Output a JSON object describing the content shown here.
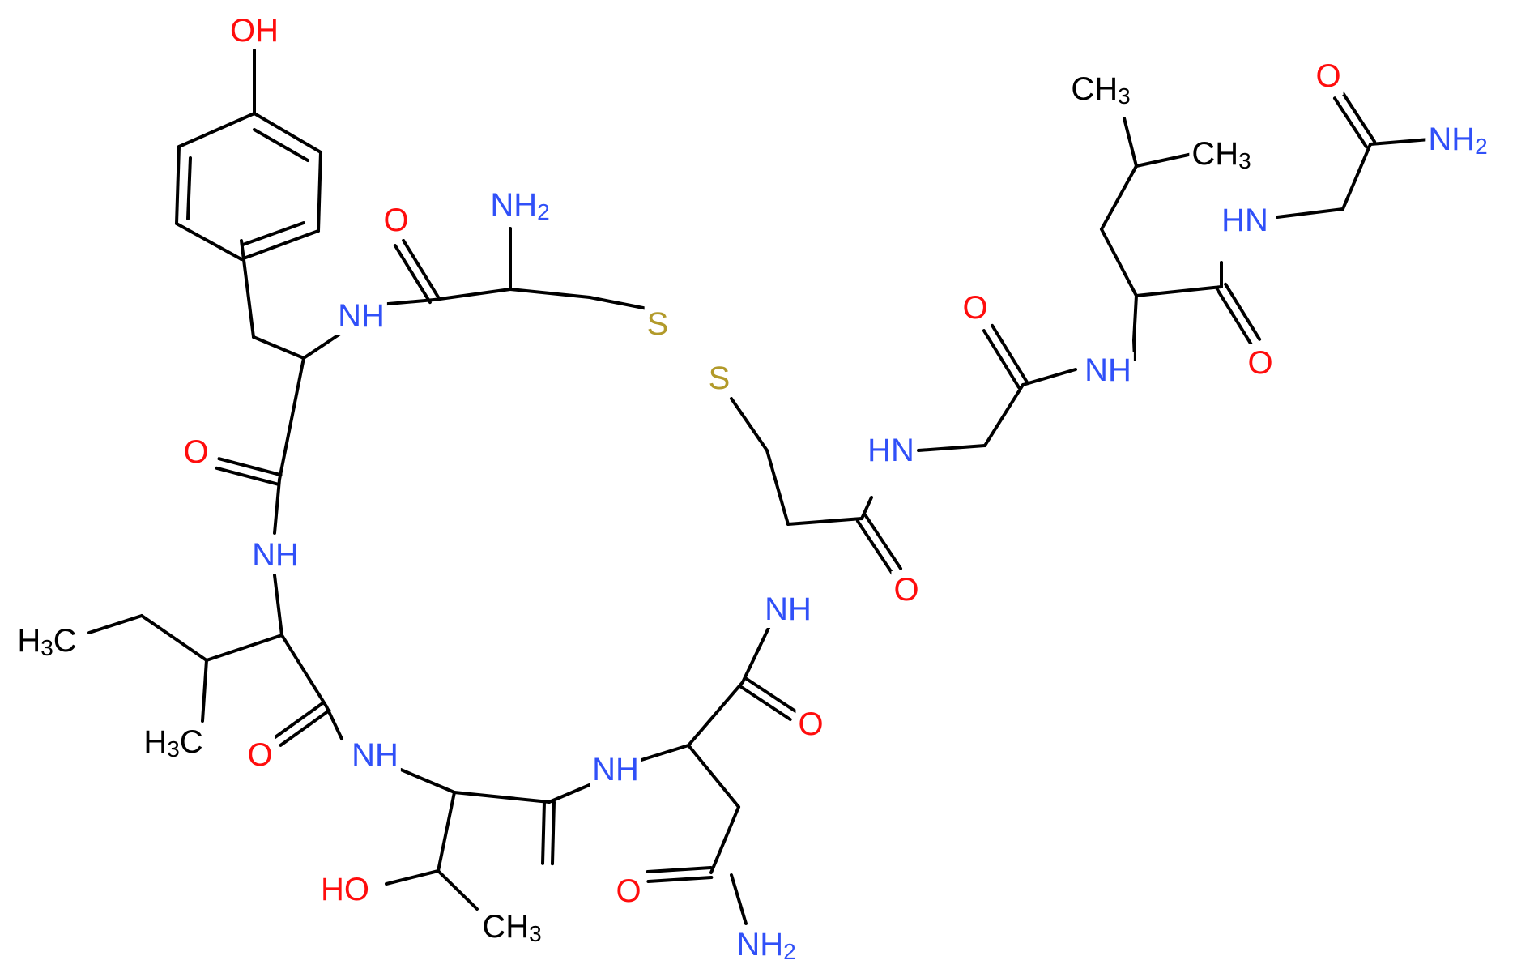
{
  "colors": {
    "bond": "#000000",
    "N": "#3050F8",
    "O": "#FF0D0D",
    "S": "#B29A2A",
    "C": "#000000"
  },
  "atoms": [
    {
      "id": "tyr_oh",
      "label": "OH",
      "el": "O"
    },
    {
      "id": "amine_nh2",
      "label": "NH2",
      "el": "N"
    },
    {
      "id": "tyr_co_o",
      "label": "O",
      "el": "O"
    },
    {
      "id": "tyr_nh",
      "label": "NH",
      "el": "N"
    },
    {
      "id": "s1",
      "label": "S",
      "el": "S"
    },
    {
      "id": "s2",
      "label": "S",
      "el": "S"
    },
    {
      "id": "ile_co_o",
      "label": "O",
      "el": "O"
    },
    {
      "id": "ile_nh",
      "label": "NH",
      "el": "N"
    },
    {
      "id": "ch3_ethyl",
      "label": "H3C",
      "el": "C"
    },
    {
      "id": "ch3_ile",
      "label": "H3C",
      "el": "C"
    },
    {
      "id": "thr_co_o",
      "label": "O",
      "el": "O"
    },
    {
      "id": "thr_nh",
      "label": "NH",
      "el": "N"
    },
    {
      "id": "thr_oh",
      "label": "HO",
      "el": "O"
    },
    {
      "id": "ch3_thr",
      "label": "CH3",
      "el": "C"
    },
    {
      "id": "asn_co_o",
      "label": "O",
      "el": "O"
    },
    {
      "id": "asn_nh",
      "label": "NH",
      "el": "N"
    },
    {
      "id": "asn_side_o",
      "label": "O",
      "el": "O"
    },
    {
      "id": "asn_nh2",
      "label": "NH2",
      "el": "N"
    },
    {
      "id": "cys_co_o",
      "label": "O",
      "el": "O"
    },
    {
      "id": "cys_nh",
      "label": "NH",
      "el": "N"
    },
    {
      "id": "gly_nh",
      "label": "HN",
      "el": "N"
    },
    {
      "id": "gly_co_o",
      "label": "O",
      "el": "O"
    },
    {
      "id": "leu_nh",
      "label": "NH",
      "el": "N"
    },
    {
      "id": "leu_ch3_a",
      "label": "CH3",
      "el": "C"
    },
    {
      "id": "leu_ch3_b",
      "label": "CH3",
      "el": "C"
    },
    {
      "id": "leu_co_o",
      "label": "O",
      "el": "O"
    },
    {
      "id": "gly2_nh",
      "label": "HN",
      "el": "N"
    },
    {
      "id": "term_o",
      "label": "O",
      "el": "O"
    },
    {
      "id": "term_nh2",
      "label": "NH2",
      "el": "N"
    }
  ]
}
